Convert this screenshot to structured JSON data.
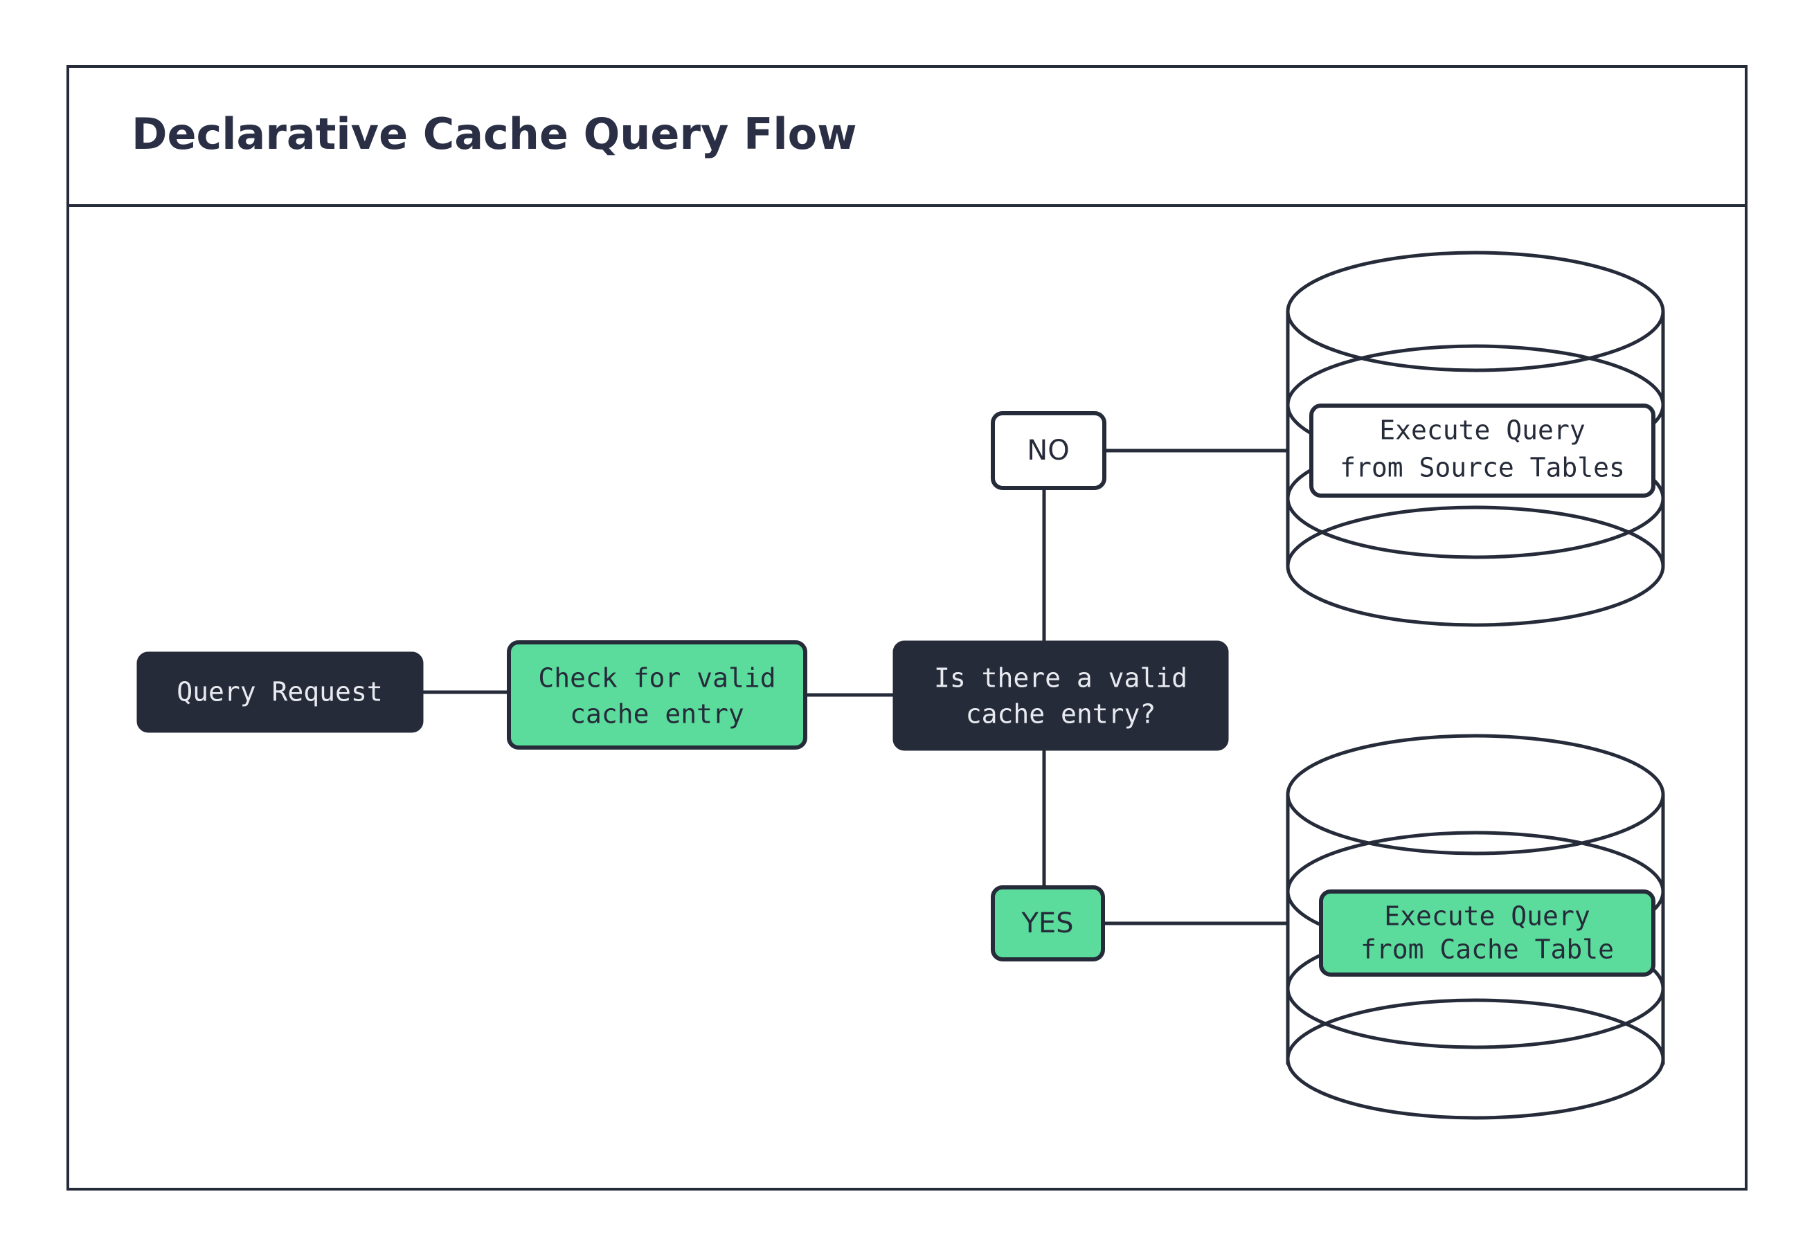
{
  "diagram": {
    "title": "Declarative Cache Query Flow",
    "colors": {
      "dark": "#262B3A",
      "green": "#5BDC9C",
      "white": "#FFFFFF",
      "title_text": "#2A2F45",
      "light_text": "#E8EAF0"
    },
    "nodes": {
      "query_request": {
        "label": "Query Request",
        "style": "dark"
      },
      "check_cache": {
        "line1": "Check for valid",
        "line2": "cache entry",
        "style": "green"
      },
      "decision": {
        "line1": "Is there a valid",
        "line2": "cache entry?",
        "style": "dark"
      },
      "branch_no": {
        "label": "NO",
        "style": "white"
      },
      "branch_yes": {
        "label": "YES",
        "style": "green"
      },
      "source_tables": {
        "line1": "Execute Query",
        "line2": "from Source Tables",
        "style": "white",
        "container": "database-cylinder"
      },
      "cache_table": {
        "line1": "Execute Query",
        "line2": "from Cache Table",
        "style": "green",
        "container": "database-cylinder"
      }
    },
    "edges": [
      {
        "from": "query_request",
        "to": "check_cache"
      },
      {
        "from": "check_cache",
        "to": "decision"
      },
      {
        "from": "decision",
        "to": "branch_no"
      },
      {
        "from": "branch_no",
        "to": "source_tables"
      },
      {
        "from": "decision",
        "to": "branch_yes"
      },
      {
        "from": "branch_yes",
        "to": "cache_table"
      }
    ]
  }
}
